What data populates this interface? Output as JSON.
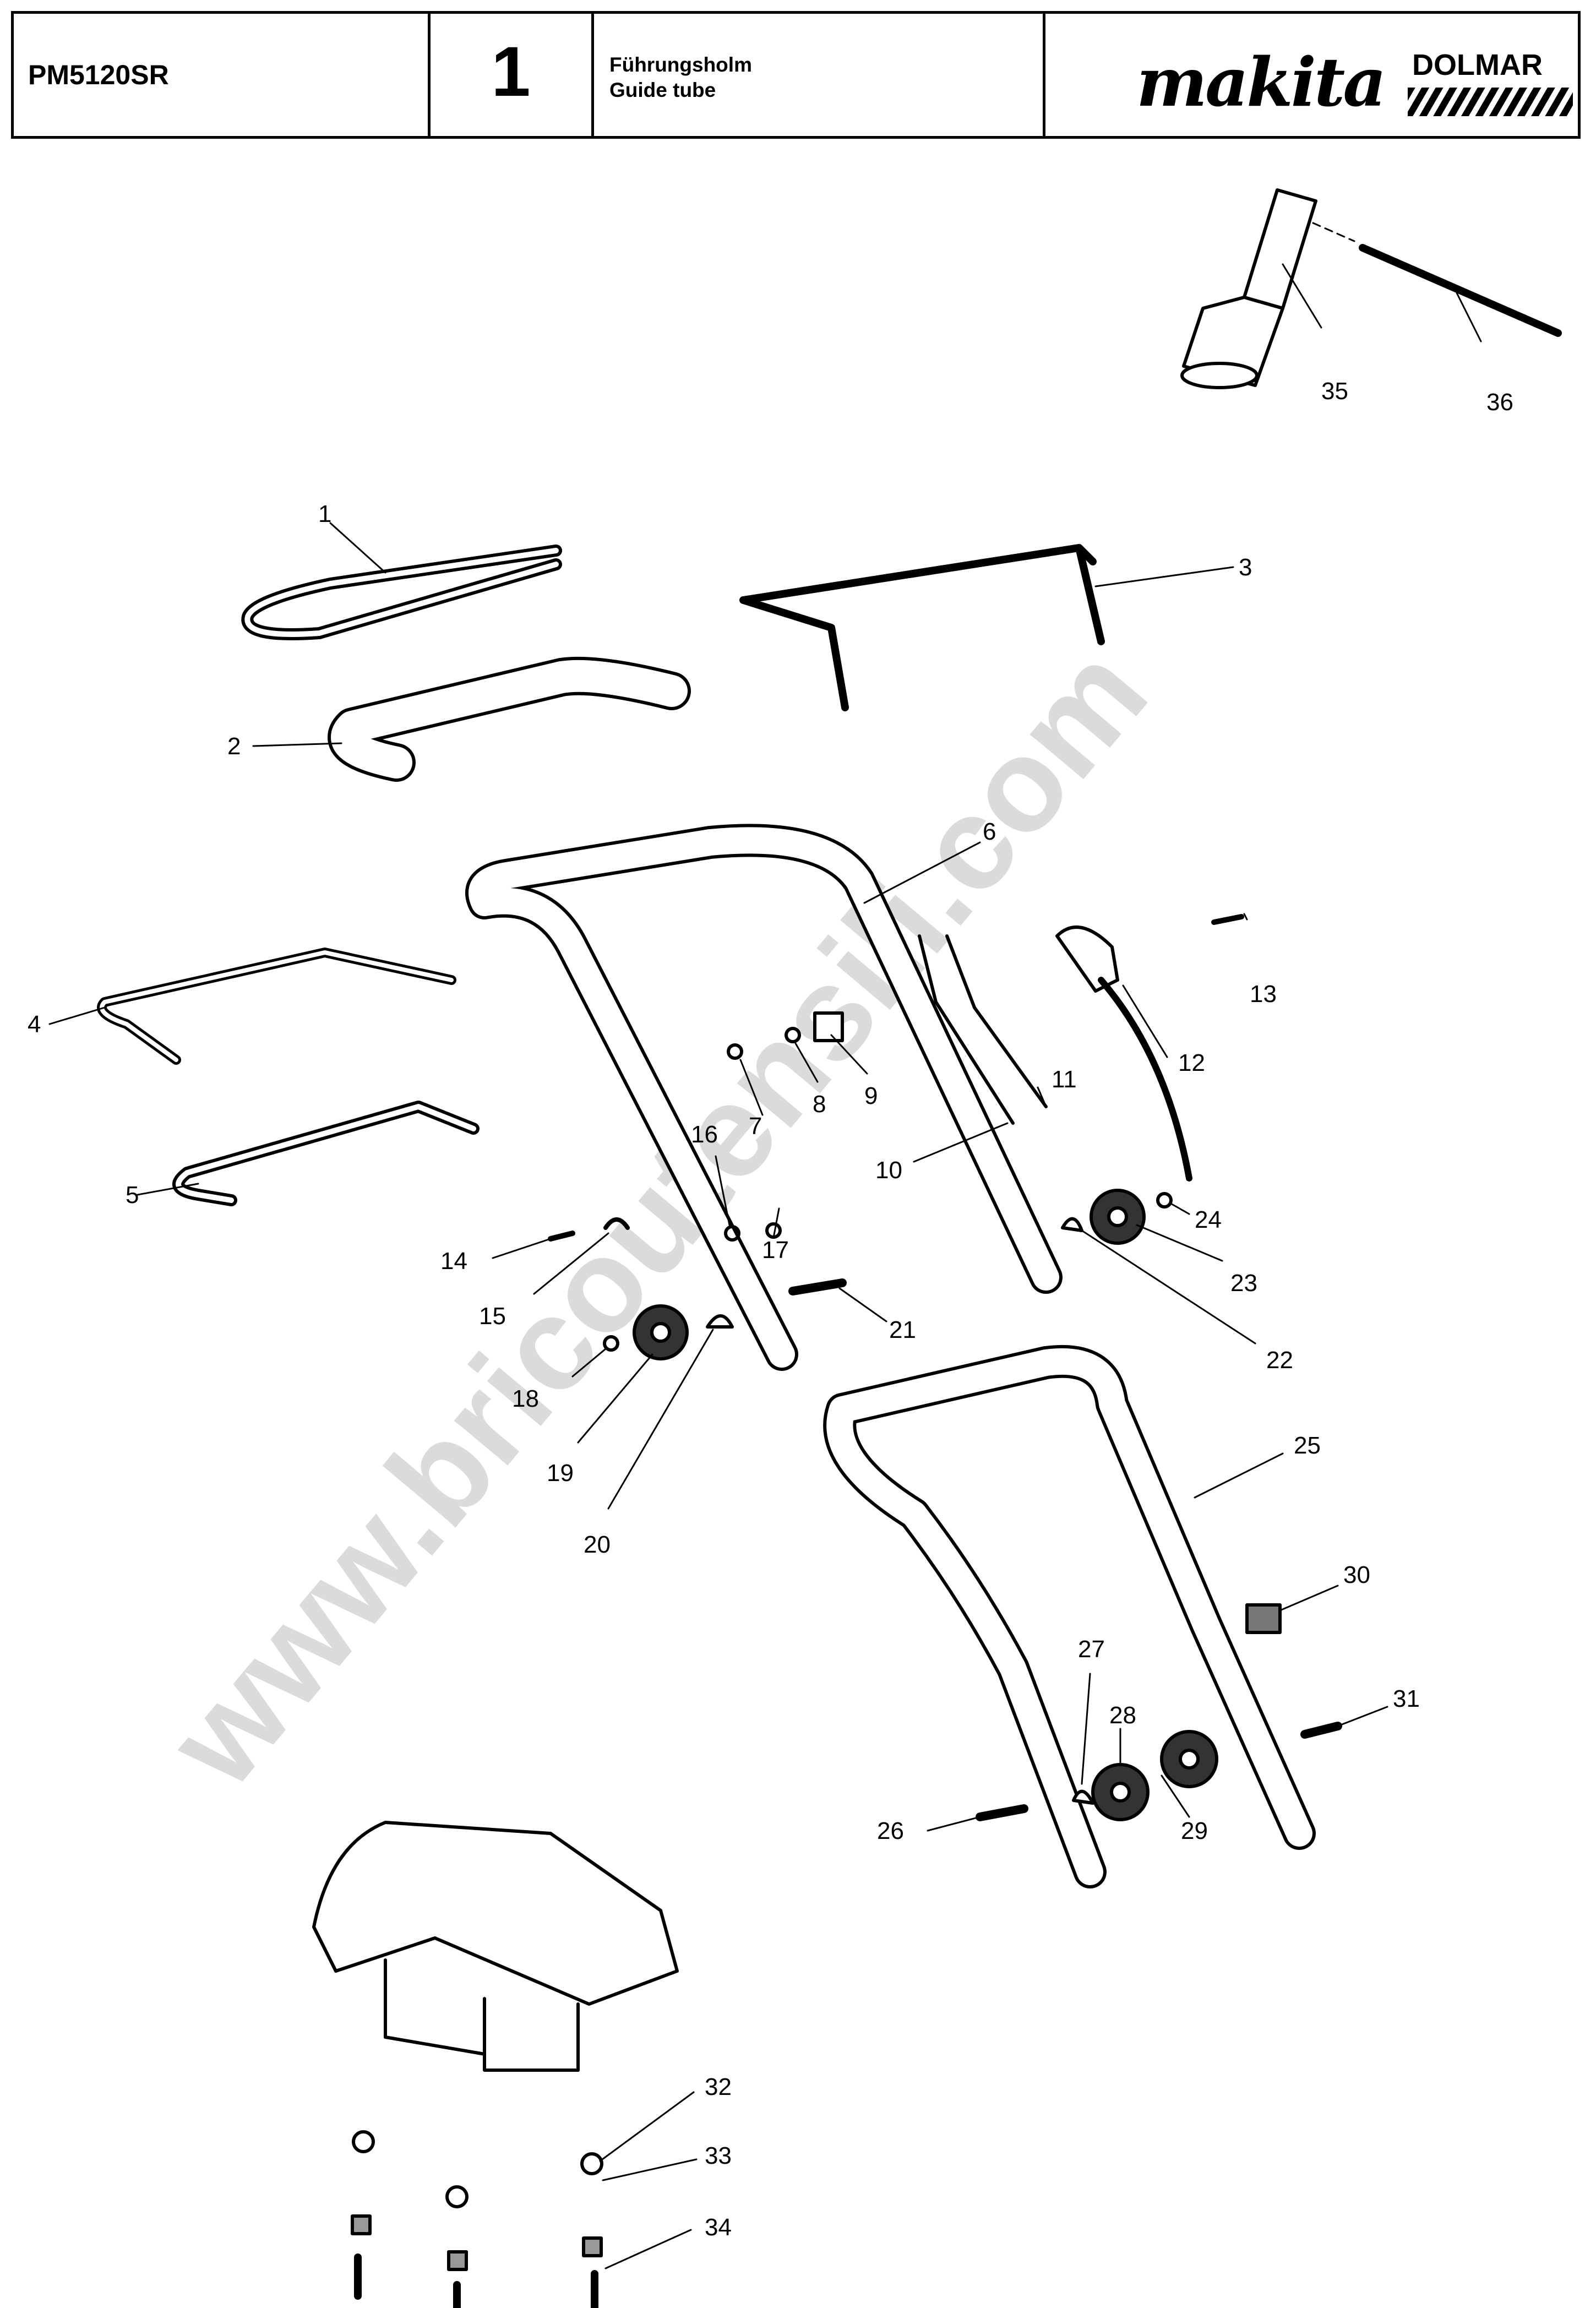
{
  "header": {
    "model": "PM5120SR",
    "page_number": "1",
    "title_de": "Führungsholm",
    "title_en": "Guide tube",
    "brand_primary": "makita",
    "brand_secondary": "DOLMAR"
  },
  "watermark": "www.bricoutensili.com",
  "part_labels": {
    "p1": "1",
    "p2": "2",
    "p3": "3",
    "p4": "4",
    "p5": "5",
    "p6": "6",
    "p7": "7",
    "p8": "8",
    "p9": "9",
    "p10": "10",
    "p11": "11",
    "p12": "12",
    "p13": "13",
    "p14": "14",
    "p15": "15",
    "p16": "16",
    "p17": "17",
    "p18": "18",
    "p19": "19",
    "p20": "20",
    "p21": "21",
    "p22": "22",
    "p23": "23",
    "p24": "24",
    "p25": "25",
    "p26": "26",
    "p27": "27",
    "p28": "28",
    "p29": "29",
    "p30": "30",
    "p31": "31",
    "p32": "32",
    "p33": "33",
    "p34": "34",
    "p35": "35",
    "p36": "36"
  },
  "colors": {
    "line": "#000000",
    "watermark": "#bdbdbd"
  }
}
